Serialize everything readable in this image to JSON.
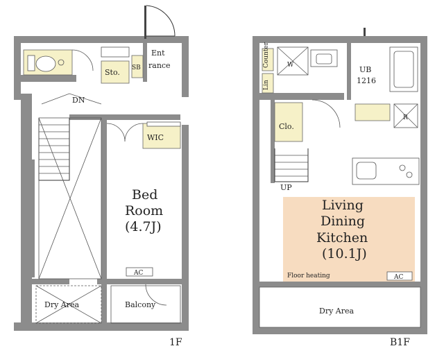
{
  "f1": {
    "entrance_line1": "Ent",
    "entrance_line2": "rance",
    "sb": "SB",
    "storage": "Sto.",
    "down": "DN",
    "wic": "WIC",
    "bedroom_line1": "Bed",
    "bedroom_line2": "Room",
    "bedroom_size": "(4.7J)",
    "ac": "AC",
    "dry_area": "Dry Area",
    "balcony": "Balcony",
    "floor_label": "1F"
  },
  "b1": {
    "counter": "Counter",
    "lin": "Lin",
    "washer": "W",
    "ub": "UB",
    "ub_size": "1216",
    "refrigerator": "R",
    "closet": "Clo.",
    "up": "UP",
    "ldk_line1": "Living",
    "ldk_line2": "Dining",
    "ldk_line3": "Kitchen",
    "ldk_size": "(10.1J)",
    "floor_heating": "Floor heating",
    "ac": "AC",
    "dry_area": "Dry Area",
    "floor_label": "B1F"
  },
  "colors": {
    "wall": "#8c8c8c",
    "ldk_floor": "#f7dcc0",
    "storage_fill": "#f6f1c8"
  }
}
